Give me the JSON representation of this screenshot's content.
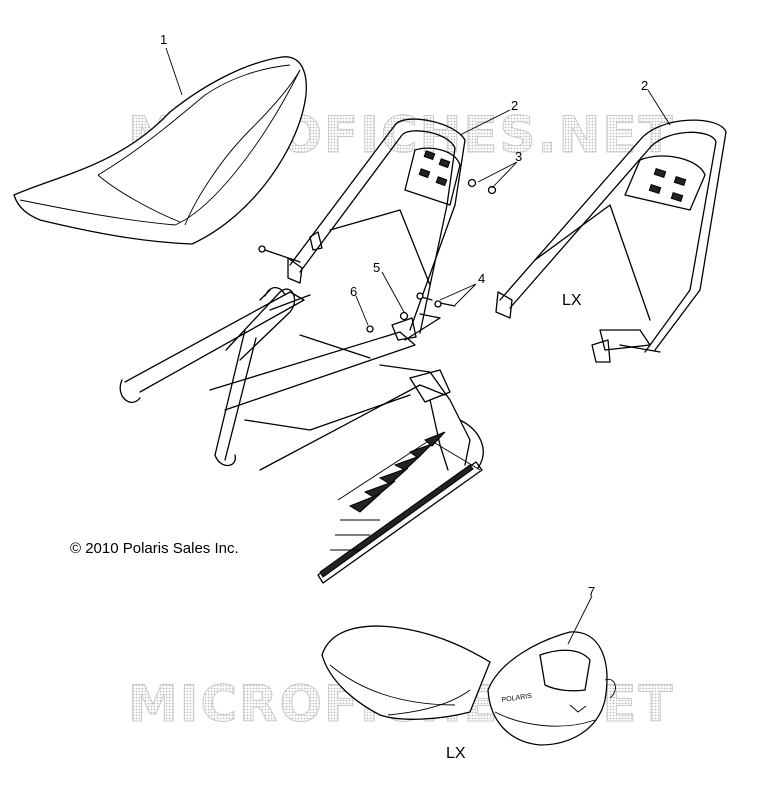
{
  "watermark": {
    "text": "MICROFICHES.NET"
  },
  "copyright": "© 2010 Polaris Sales Inc.",
  "variant_label": "LX",
  "callouts": {
    "c1": "1",
    "c2a": "2",
    "c2b": "2",
    "c3": "3",
    "c4": "4",
    "c5": "5",
    "c6": "6",
    "c7": "7"
  },
  "bag_logo": "POLARIS"
}
